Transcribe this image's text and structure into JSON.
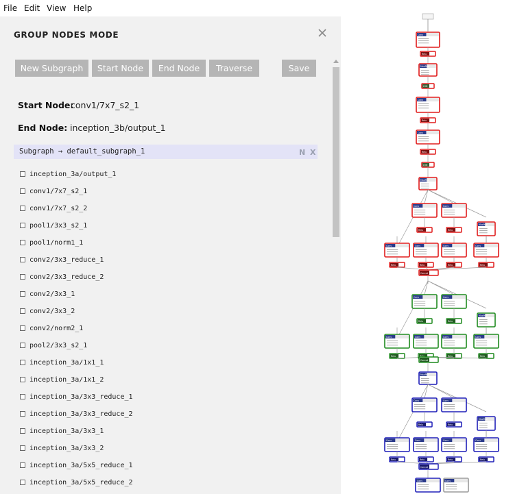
{
  "menu": [
    "File",
    "Edit",
    "View",
    "Help"
  ],
  "panel": {
    "title": "GROUP NODES MODE",
    "buttons": {
      "new_subgraph": "New Subgraph",
      "start_node": "Start Node",
      "end_node": "End Node",
      "traverse": "Traverse",
      "save": "Save"
    },
    "start_node_label": "Start Node:",
    "start_node_value": "conv1/7x7_s2_1",
    "end_node_label": "End Node:",
    "end_node_value": "inception_3b/output_1",
    "subgraph": {
      "label": "Subgraph → default_subgraph_1",
      "n": "N",
      "x": "X"
    },
    "nodes": [
      "inception_3a/output_1",
      "conv1/7x7_s2_1",
      "conv1/7x7_s2_2",
      "pool1/3x3_s2_1",
      "pool1/norm1_1",
      "conv2/3x3_reduce_1",
      "conv2/3x3_reduce_2",
      "conv2/3x3_1",
      "conv2/3x3_2",
      "conv2/norm2_1",
      "pool2/3x3_s2_1",
      "inception_3a/1x1_1",
      "inception_3a/1x1_2",
      "inception_3a/3x3_reduce_1",
      "inception_3a/3x3_reduce_2",
      "inception_3a/3x3_1",
      "inception_3a/3x3_2",
      "inception_3a/5x5_reduce_1",
      "inception_3a/5x5_reduce_2"
    ]
  },
  "graph": {
    "colors": {
      "red": "#e01b1b",
      "green": "#1e8a1e",
      "blue": "#1f1fb8",
      "header_red": "#2b3a8c",
      "relu": "#7a1010",
      "edge": "#9a9a9a"
    },
    "node_types": {
      "conv": "Conv",
      "relu": "Relu",
      "maxpool": "MaxPool",
      "lrn": "LRN",
      "concat": "Concat"
    }
  }
}
